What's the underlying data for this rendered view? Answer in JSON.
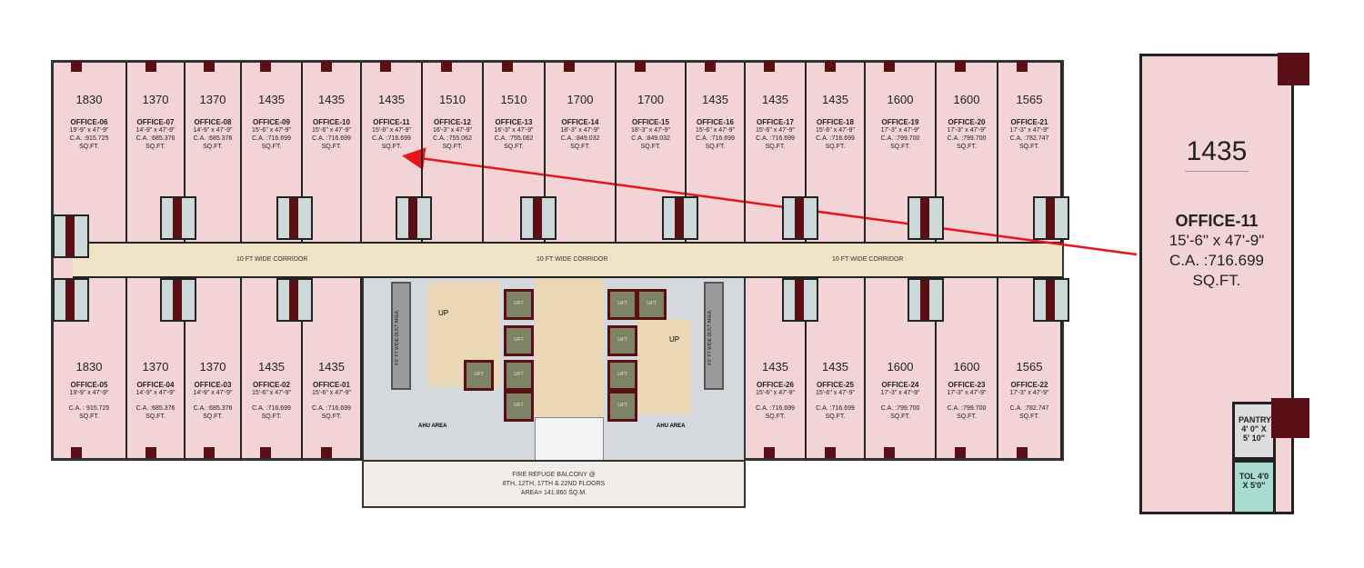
{
  "top_offices": [
    {
      "area": "1830",
      "name": "OFFICE-06",
      "dim": "19'-9\" x 47'-9\"",
      "ca": "C.A. :915.725",
      "unit": "SQ.FT."
    },
    {
      "area": "1370",
      "name": "OFFICE-07",
      "dim": "14'-9\" x 47'-9\"",
      "ca": "C.A. :685.376",
      "unit": "SQ.FT."
    },
    {
      "area": "1370",
      "name": "OFFICE-08",
      "dim": "14'-9\" x 47'-9\"",
      "ca": "C.A. :685.376",
      "unit": "SQ.FT."
    },
    {
      "area": "1435",
      "name": "OFFICE-09",
      "dim": "15'-6\" x 47'-9\"",
      "ca": "C.A. :716.699",
      "unit": "SQ.FT."
    },
    {
      "area": "1435",
      "name": "OFFICE-10",
      "dim": "15'-6\" x 47'-9\"",
      "ca": "C.A. :716.699",
      "unit": "SQ.FT."
    },
    {
      "area": "1435",
      "name": "OFFICE-11",
      "dim": "15'-6\" x 47'-9\"",
      "ca": "C.A. :716.699",
      "unit": "SQ.FT."
    },
    {
      "area": "1510",
      "name": "OFFICE-12",
      "dim": "16'-3\" x 47'-9\"",
      "ca": "C.A. :755.062",
      "unit": "SQ.FT."
    },
    {
      "area": "1510",
      "name": "OFFICE-13",
      "dim": "16'-3\" x 47'-9\"",
      "ca": "C.A. :755.062",
      "unit": "SQ.FT."
    },
    {
      "area": "1700",
      "name": "OFFICE-14",
      "dim": "18'-3\" x 47'-9\"",
      "ca": "C.A. :849.032",
      "unit": "SQ.FT."
    },
    {
      "area": "1700",
      "name": "OFFICE-15",
      "dim": "18'-3\" x 47'-9\"",
      "ca": "C.A. :849.032",
      "unit": "SQ.FT."
    },
    {
      "area": "1435",
      "name": "OFFICE-16",
      "dim": "15'-6\" x 47'-9\"",
      "ca": "C.A. :716.699",
      "unit": "SQ.FT."
    },
    {
      "area": "1435",
      "name": "OFFICE-17",
      "dim": "15'-6\" x 47'-9\"",
      "ca": "C.A. :716.699",
      "unit": "SQ.FT."
    },
    {
      "area": "1435",
      "name": "OFFICE-18",
      "dim": "15'-6\" x 47'-9\"",
      "ca": "C.A. :716.699",
      "unit": "SQ.FT."
    },
    {
      "area": "1600",
      "name": "OFFICE-19",
      "dim": "17'-3\" x 47'-9\"",
      "ca": "C.A. :799.700",
      "unit": "SQ.FT."
    },
    {
      "area": "1600",
      "name": "OFFICE-20",
      "dim": "17'-3\" x 47'-9\"",
      "ca": "C.A. :799.700",
      "unit": "SQ.FT."
    },
    {
      "area": "1565",
      "name": "OFFICE-21",
      "dim": "17'-3\" x 47'-9\"",
      "ca": "C.A. :782.747",
      "unit": "SQ.FT."
    }
  ],
  "bottom_left_offices": [
    {
      "area": "1830",
      "name": "OFFICE-05",
      "dim": "19'-9\" x 47'-9\"",
      "ca": "C.A. : 915.725",
      "unit": "SQ.FT."
    },
    {
      "area": "1370",
      "name": "OFFICE-04",
      "dim": "14'-9\" x 47'-9\"",
      "ca": "C.A. :685.376",
      "unit": "SQ.FT."
    },
    {
      "area": "1370",
      "name": "OFFICE-03",
      "dim": "14'-9\" x 47'-9\"",
      "ca": "C.A. :685.376",
      "unit": "SQ.FT."
    },
    {
      "area": "1435",
      "name": "OFFICE-02",
      "dim": "15'-6\" x 47'-9\"",
      "ca": "C.A. :716.699",
      "unit": "SQ.FT."
    },
    {
      "area": "1435",
      "name": "OFFICE-01",
      "dim": "15'-6\" x 47'-9\"",
      "ca": "C.A. :716.699",
      "unit": "SQ.FT."
    }
  ],
  "bottom_right_offices": [
    {
      "area": "1435",
      "name": "OFFICE-26",
      "dim": "15'-6\" x 47'-9\"",
      "ca": "C.A. :716.699",
      "unit": "SQ.FT."
    },
    {
      "area": "1435",
      "name": "OFFICE-25",
      "dim": "15'-6\" x 47'-9\"",
      "ca": "C.A. :716.699",
      "unit": "SQ.FT."
    },
    {
      "area": "1600",
      "name": "OFFICE-24",
      "dim": "17'-3\" x 47'-9\"",
      "ca": "C.A. :799.700",
      "unit": "SQ.FT."
    },
    {
      "area": "1600",
      "name": "OFFICE-23",
      "dim": "17'-3\" x 47'-9\"",
      "ca": "C.A. :799.700",
      "unit": "SQ.FT."
    },
    {
      "area": "1565",
      "name": "OFFICE-22",
      "dim": "17'-3\" x 47'-9\"",
      "ca": "C.A. :782.747",
      "unit": "SQ.FT."
    }
  ],
  "corridor_label": "10 FT WIDE CORRIDOR",
  "core": {
    "lift": "LIFT",
    "up": "UP",
    "ahu": "AHU AREA",
    "duct": "4'0\" FT WIDE DUCT AREA"
  },
  "refuge": {
    "line1": "FIRE REFUGE BALCONY @",
    "line2": "8TH, 12TH, 17TH & 22ND  FLOORS",
    "line3": "AREA= 141.860 SQ.M."
  },
  "inset": {
    "area": "1435",
    "name": "OFFICE-11",
    "dim": "15'-6\" x 47'-9\"",
    "ca": "C.A. :716.699",
    "unit": "SQ.FT.",
    "pantry": "PANTRY 4' 0\" X 5' 10\"",
    "toilet": "TOL 4'0 X 5'0\""
  },
  "colors": {
    "office": "#f2d3d6",
    "corridor": "#efe3c6",
    "pillar": "#5a0f14",
    "arrow": "#e8141b",
    "lift": "#7d8466"
  }
}
